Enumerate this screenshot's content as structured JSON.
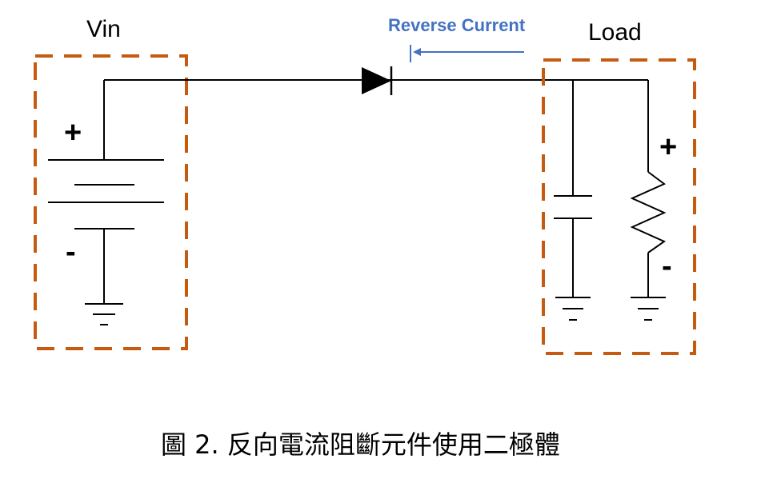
{
  "source_box": {
    "label": "Vin",
    "plus": "+",
    "minus": "-"
  },
  "load_box": {
    "label": "Load",
    "plus": "+",
    "minus": "-"
  },
  "reverse_current": {
    "label": "Reverse Current"
  },
  "caption": "圖 2. 反向電流阻斷元件使用二極體",
  "colors": {
    "box_border": "#C55A11",
    "arrow": "#4472C4",
    "wire": "#000000"
  }
}
